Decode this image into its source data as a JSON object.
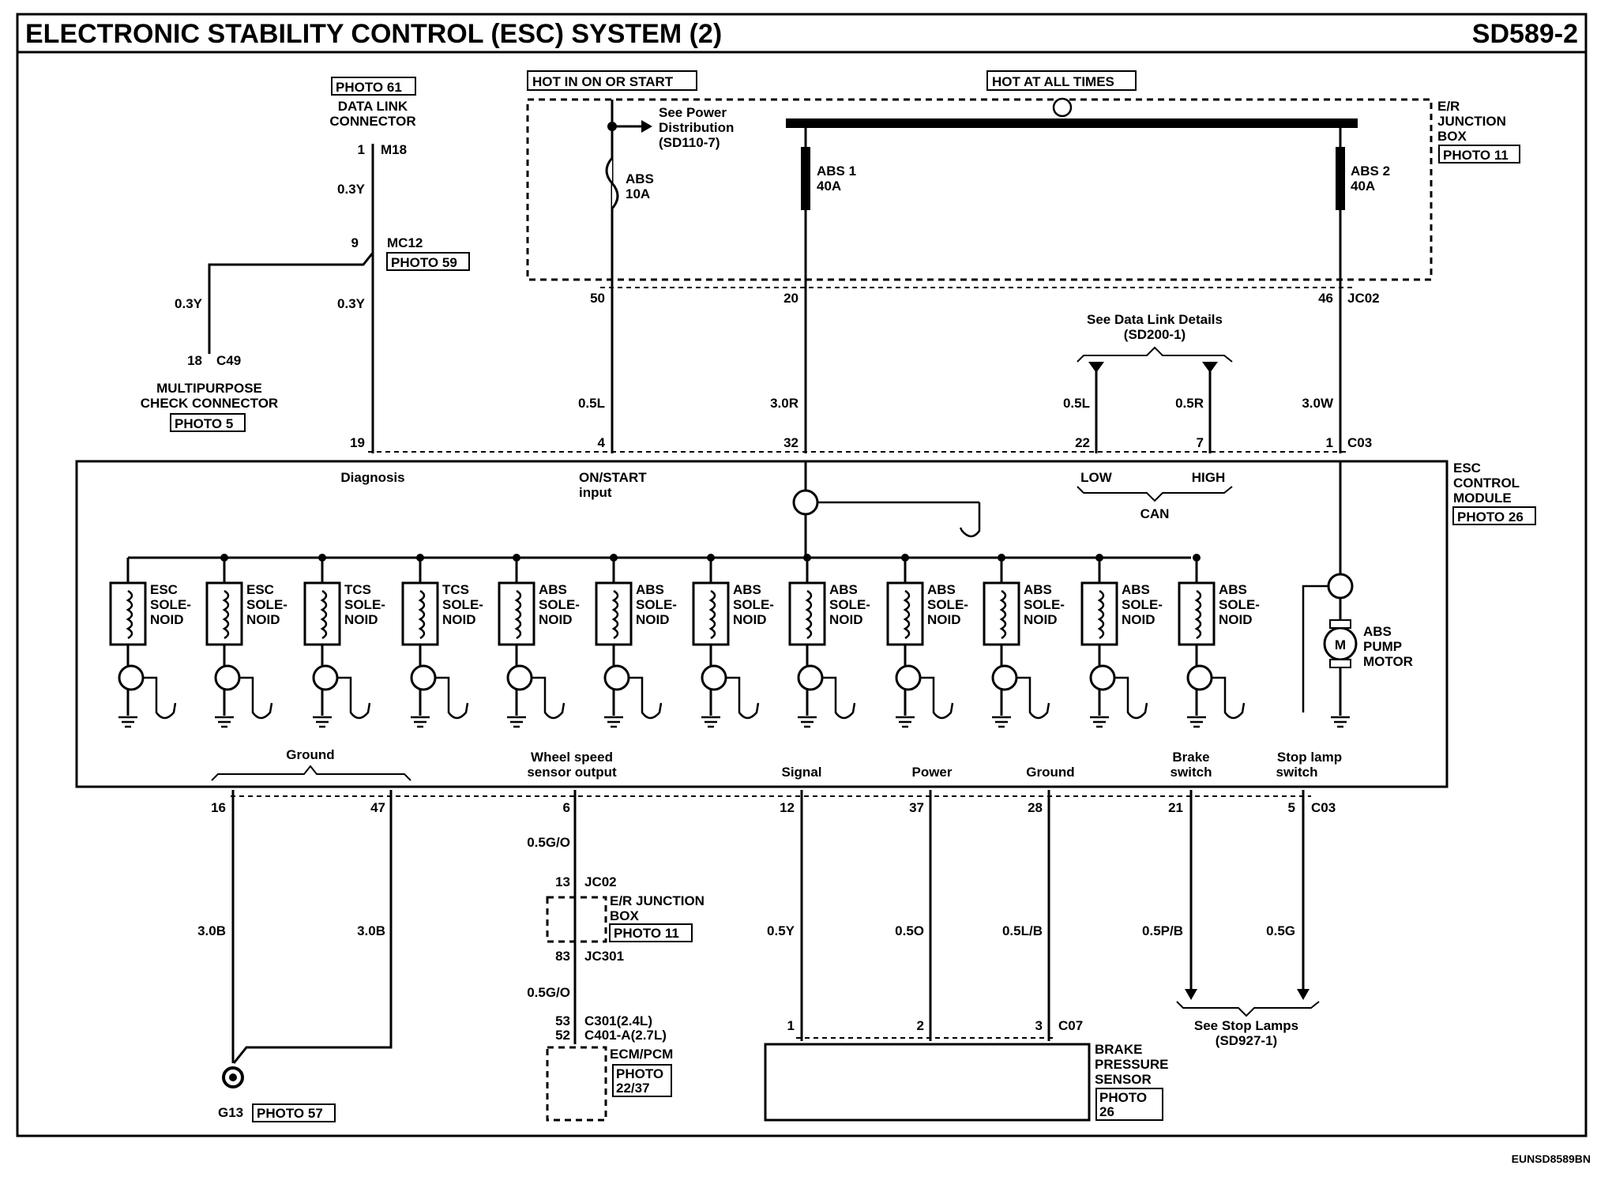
{
  "title": "ELECTRONIC STABILITY CONTROL (ESC) SYSTEM (2)",
  "page_code": "SD589-2",
  "footer_code": "EUNSD8589BN",
  "power": {
    "hot_run": "HOT IN ON OR START",
    "hot_all": "HOT AT ALL TIMES",
    "see_power": [
      "See Power",
      "Distribution",
      "(SD110-7)"
    ],
    "fuse_abs": [
      "ABS",
      "10A"
    ],
    "fuse_abs1": [
      "ABS 1",
      "40A"
    ],
    "fuse_abs2": [
      "ABS 2",
      "40A"
    ],
    "junction_box": [
      "E/R",
      "JUNCTION",
      "BOX"
    ],
    "junction_photo": "PHOTO 11",
    "jc02": "JC02",
    "pins": [
      "50",
      "20",
      "46"
    ]
  },
  "data_link": {
    "photo": "PHOTO 61",
    "name": [
      "DATA LINK",
      "CONNECTOR"
    ],
    "pin": "1",
    "conn": "M18",
    "wire_top": "0.3Y",
    "mc12_pin": "9",
    "mc12": "MC12",
    "mc12_photo": "PHOTO 59",
    "wire_left": "0.3Y",
    "wire_right": "0.3Y",
    "c49_pin": "18",
    "c49": "C49",
    "check_conn": [
      "MULTIPURPOSE",
      "CHECK CONNECTOR"
    ],
    "check_photo": "PHOTO 5"
  },
  "can": {
    "see": [
      "See Data Link Details",
      "(SD200-1)"
    ],
    "wire_low": "0.5L",
    "wire_high": "0.5R",
    "pin_low": "22",
    "pin_high": "7",
    "low": "LOW",
    "high": "HIGH",
    "can": "CAN"
  },
  "module": {
    "name": [
      "ESC",
      "CONTROL",
      "MODULE"
    ],
    "photo": "PHOTO 26",
    "top_pins": [
      "19",
      "4",
      "32",
      "22",
      "7",
      "1"
    ],
    "top_conn": "C03",
    "top_wires": [
      "0.5L",
      "3.0R",
      "3.0W"
    ],
    "diagnosis": "Diagnosis",
    "onstart": [
      "ON/START",
      "input"
    ],
    "solenoids": [
      [
        "ESC",
        "SOLE-",
        "NOID"
      ],
      [
        "ESC",
        "SOLE-",
        "NOID"
      ],
      [
        "TCS",
        "SOLE-",
        "NOID"
      ],
      [
        "TCS",
        "SOLE-",
        "NOID"
      ],
      [
        "ABS",
        "SOLE-",
        "NOID"
      ],
      [
        "ABS",
        "SOLE-",
        "NOID"
      ],
      [
        "ABS",
        "SOLE-",
        "NOID"
      ],
      [
        "ABS",
        "SOLE-",
        "NOID"
      ],
      [
        "ABS",
        "SOLE-",
        "NOID"
      ],
      [
        "ABS",
        "SOLE-",
        "NOID"
      ],
      [
        "ABS",
        "SOLE-",
        "NOID"
      ],
      [
        "ABS",
        "SOLE-",
        "NOID"
      ]
    ],
    "motor": [
      "ABS",
      "PUMP",
      "MOTOR"
    ],
    "motor_m": "M",
    "bottom_labels": {
      "ground": "Ground",
      "wss": [
        "Wheel speed",
        "sensor output"
      ],
      "signal": "Signal",
      "power": "Power",
      "ground2": "Ground",
      "brake": [
        "Brake",
        "switch"
      ],
      "stop": [
        "Stop lamp",
        "switch"
      ]
    },
    "bottom_pins": [
      "16",
      "47",
      "6",
      "12",
      "37",
      "28",
      "21",
      "5"
    ],
    "bottom_conn": "C03"
  },
  "ground": {
    "wires": [
      "3.0B",
      "3.0B"
    ],
    "g": "G13",
    "photo": "PHOTO 57"
  },
  "wss": {
    "wire1": "0.5G/O",
    "jc02_pin": "13",
    "jc02": "JC02",
    "jb": [
      "E/R JUNCTION",
      "BOX"
    ],
    "jb_photo": "PHOTO 11",
    "jc301_pin": "83",
    "jc301": "JC301",
    "wire2": "0.5G/O",
    "pin53": "53",
    "c301": "C301(2.4L)",
    "pin52": "52",
    "c401": "C401-A(2.7L)",
    "ecm": "ECM/PCM",
    "ecm_photo": [
      "PHOTO",
      "22/37"
    ]
  },
  "sensor": {
    "wires": [
      "0.5Y",
      "0.5O",
      "0.5L/B"
    ],
    "pins": [
      "1",
      "2",
      "3"
    ],
    "conn": "C07",
    "name": [
      "BRAKE",
      "PRESSURE",
      "SENSOR"
    ],
    "photo": [
      "PHOTO",
      "26"
    ]
  },
  "stop": {
    "wires": [
      "0.5P/B",
      "0.5G"
    ],
    "see": [
      "See Stop Lamps",
      "(SD927-1)"
    ]
  }
}
